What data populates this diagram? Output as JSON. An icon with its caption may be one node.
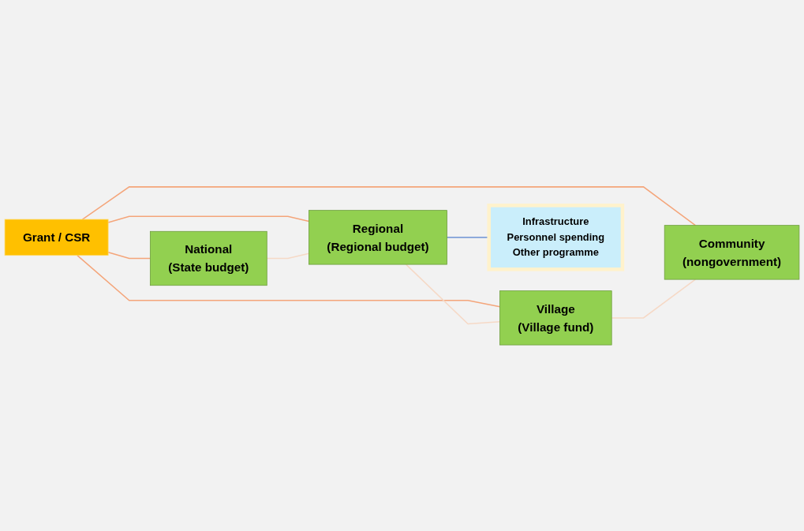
{
  "diagram": {
    "nodes": [
      {
        "text": [
          "Grant / CSR"
        ]
      },
      {
        "text": [
          "National",
          "(State budget)"
        ]
      },
      {
        "text": [
          "Regional",
          "(Regional budget)"
        ]
      },
      {
        "text": [
          "Village",
          "(Village fund)"
        ]
      },
      {
        "text": [
          "Community",
          "(nongovernment)"
        ]
      },
      {
        "text": [
          "Infrastructure",
          "Personnel spending",
          "Other programme"
        ]
      }
    ],
    "edges": [
      {
        "from": 0,
        "to": 1,
        "arrow": "none"
      },
      {
        "from": 0,
        "to": 2,
        "arrow": "none"
      },
      {
        "from": 0,
        "to": 3,
        "arrow": "none"
      },
      {
        "from": 0,
        "to": 4,
        "arrow": "none"
      },
      {
        "from": 1,
        "to": 2,
        "arrow": "none",
        "color": "#f6d9c6"
      },
      {
        "from": 2,
        "to": 3,
        "arrow": "none",
        "color": "#f6d9c6"
      },
      {
        "from": 3,
        "to": 4,
        "arrow": "none",
        "color": "#f6d9c6"
      },
      {
        "from": 2,
        "to": 5,
        "arrow": "none",
        "color": "#7f9fd8"
      }
    ]
  }
}
